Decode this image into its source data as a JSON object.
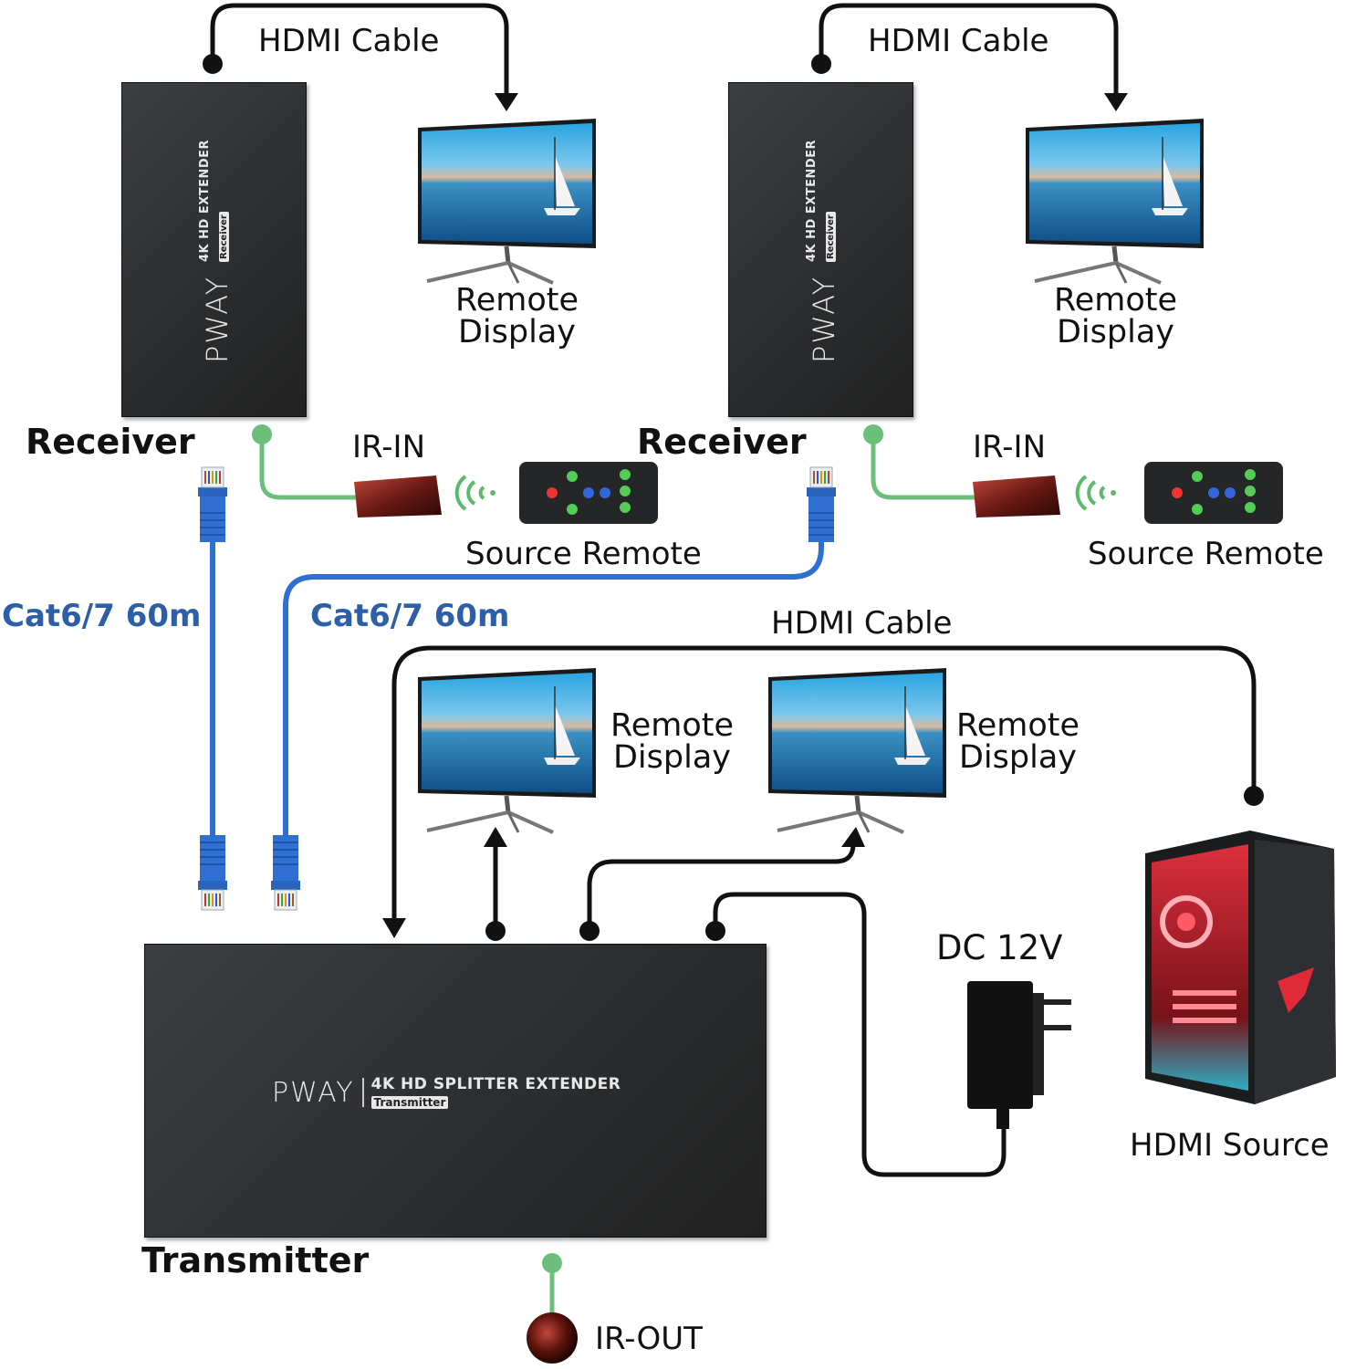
{
  "labels": {
    "hdmi_cable": "HDMI Cable",
    "remote_display_line1": "Remote",
    "remote_display_line2": "Display",
    "receiver": "Receiver",
    "ir_in": "IR-IN",
    "source_remote": "Source Remote",
    "cat_cable": "Cat6/7 60m",
    "transmitter": "Transmitter",
    "dc_power": "DC 12V",
    "hdmi_source": "HDMI Source",
    "ir_out": "IR-OUT"
  },
  "devices": {
    "brand": "PWAY",
    "receiver_model": "4K HD EXTENDER",
    "receiver_role": "Receiver",
    "transmitter_model": "4K HD SPLITTER EXTENDER",
    "transmitter_role": "Transmitter"
  },
  "colors": {
    "hdmi_line": "#111111",
    "ethernet_cable": "#2f6fd1",
    "ir_line": "#6bbf7a",
    "label_blue": "#2d5fa8"
  },
  "icons": [
    "receiver-box",
    "tv-monitor",
    "ir-receiver-eye",
    "remote-control",
    "rj45-plug",
    "power-adapter",
    "pc-tower",
    "ir-emitter"
  ]
}
